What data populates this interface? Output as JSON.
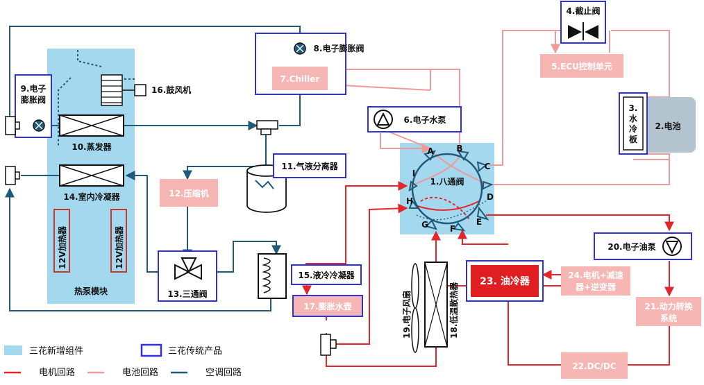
{
  "components": {
    "octo_valve": "1.八通阀",
    "battery": "2.电池",
    "water_plate_label": [
      "3.",
      "水",
      "冷",
      "板"
    ],
    "stop_valve": "4.截止阀",
    "ecu": "5.ECU控制单元",
    "water_pump": "6.电子水泵",
    "chiller": "7.Chiller",
    "exv8": "8.电子膨胀阀",
    "exv9_lines": [
      "9.电子",
      "膨胀阀"
    ],
    "evaporator": "10.蒸发器",
    "separator": "11.气液分离器",
    "compressor": "12.压缩机",
    "three_way_valve": "13.三通阀",
    "indoor_condenser": "14.室内冷凝器",
    "liquid_condenser": "15.液冷冷凝器",
    "blower": "16.鼓风机",
    "expansion_tank": "17.膨胀水壶",
    "low_temp_radiator": "18.低温散热器",
    "electric_fan": "19.电子风扇",
    "oil_pump": "20.电子油泵",
    "power_system": [
      "21.动力转换",
      "系统"
    ],
    "dcdc": "22.DC/DC",
    "oil_cooler": "23. 油冷器",
    "motor_unit": [
      "24.电机+减速",
      "器+逆变器"
    ],
    "heater": "12V加热器",
    "heat_pump_module": "热泵模块"
  },
  "valve_ports": [
    "A",
    "B",
    "C",
    "D",
    "E",
    "F",
    "G",
    "H",
    "I"
  ],
  "legend": {
    "new_component": "三花新增组件",
    "traditional_product": "三花传统产品",
    "motor_loop": "电机回路",
    "battery_loop": "电池回路",
    "ac_loop": "空调回路"
  },
  "colors": {
    "motor_loop": "#e3262b",
    "battery_loop": "#f0999b",
    "ac_loop": "#1f5a78",
    "new_component_fill": "#a3d8ef",
    "traditional_border": "#3030e0",
    "pink_box": "#f6b6b4",
    "oil_cooler": "#e01e22",
    "battery_fill": "#b3c4cf"
  }
}
